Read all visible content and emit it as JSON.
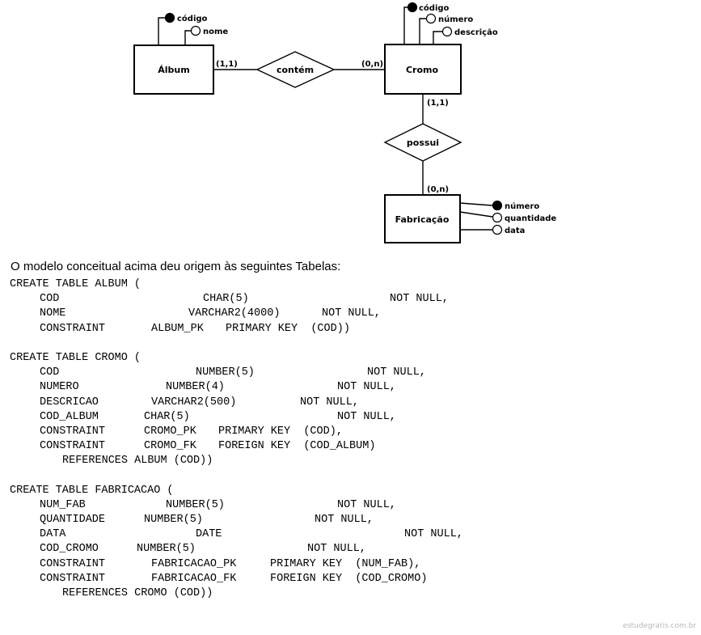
{
  "diagram": {
    "entities": {
      "album": "Álbum",
      "cromo": "Cromo",
      "fabricacao": "Fabricação"
    },
    "relationships": {
      "contem": "contém",
      "possui": "possui"
    },
    "cardinalities": {
      "album_contem": "(1,1)",
      "cromo_contem": "(0,n)",
      "cromo_possui": "(1,1)",
      "fabricacao_possui": "(0,n)"
    },
    "attributes": {
      "album_codigo": "código",
      "album_nome": "nome",
      "cromo_codigo": "código",
      "cromo_numero": "número",
      "cromo_descricao": "descrição",
      "fab_numero": "número",
      "fab_quantidade": "quantidade",
      "fab_data": "data"
    }
  },
  "caption": "O modelo conceitual acima deu origem às seguintes Tabelas:",
  "sql": {
    "album": {
      "title": "CREATE TABLE ALBUM (",
      "cod_name": "COD",
      "cod_type": "CHAR(5)",
      "cod_null": "NOT NULL,",
      "nome_name": "NOME",
      "nome_type": "VARCHAR2(4000)",
      "nome_null": "NOT NULL,",
      "c1_kw": "CONSTRAINT",
      "c1_name": "ALBUM_PK",
      "c1_def": "PRIMARY KEY  (COD))"
    },
    "cromo": {
      "title": "CREATE TABLE CROMO (",
      "cod_name": "COD",
      "cod_type": "NUMBER(5)",
      "cod_null": "NOT NULL,",
      "num_name": "NUMERO",
      "num_type": "NUMBER(4)",
      "num_null": "NOT NULL,",
      "desc_name": "DESCRICAO",
      "desc_type": "VARCHAR2(500)",
      "desc_null": "NOT NULL,",
      "ca_name": "COD_ALBUM",
      "ca_type": "CHAR(5)",
      "ca_null": "NOT NULL,",
      "c1_kw": "CONSTRAINT",
      "c1_name": "CROMO_PK",
      "c1_def": "PRIMARY KEY  (COD),",
      "c2_kw": "CONSTRAINT",
      "c2_name": "CROMO_FK",
      "c2_def": "FOREIGN KEY  (COD_ALBUM)",
      "ref": "REFERENCES ALBUM (COD))"
    },
    "fabricacao": {
      "title": "CREATE TABLE FABRICACAO (",
      "nf_name": "NUM_FAB",
      "nf_type": "NUMBER(5)",
      "nf_null": "NOT NULL,",
      "q_name": "QUANTIDADE",
      "q_type": "NUMBER(5)",
      "q_null": "NOT NULL,",
      "d_name": "DATA",
      "d_type": "DATE",
      "d_null": "NOT NULL,",
      "cc_name": "COD_CROMO",
      "cc_type": "NUMBER(5)",
      "cc_null": "NOT NULL,",
      "c1_kw": "CONSTRAINT",
      "c1_name": "FABRICACAO_PK",
      "c1_def": "PRIMARY KEY  (NUM_FAB),",
      "c2_kw": "CONSTRAINT",
      "c2_name": "FABRICACAO_FK",
      "c2_def": "FOREIGN KEY  (COD_CROMO)",
      "ref": "REFERENCES CROMO (COD))"
    }
  },
  "watermark": "estudegratis.com.br"
}
